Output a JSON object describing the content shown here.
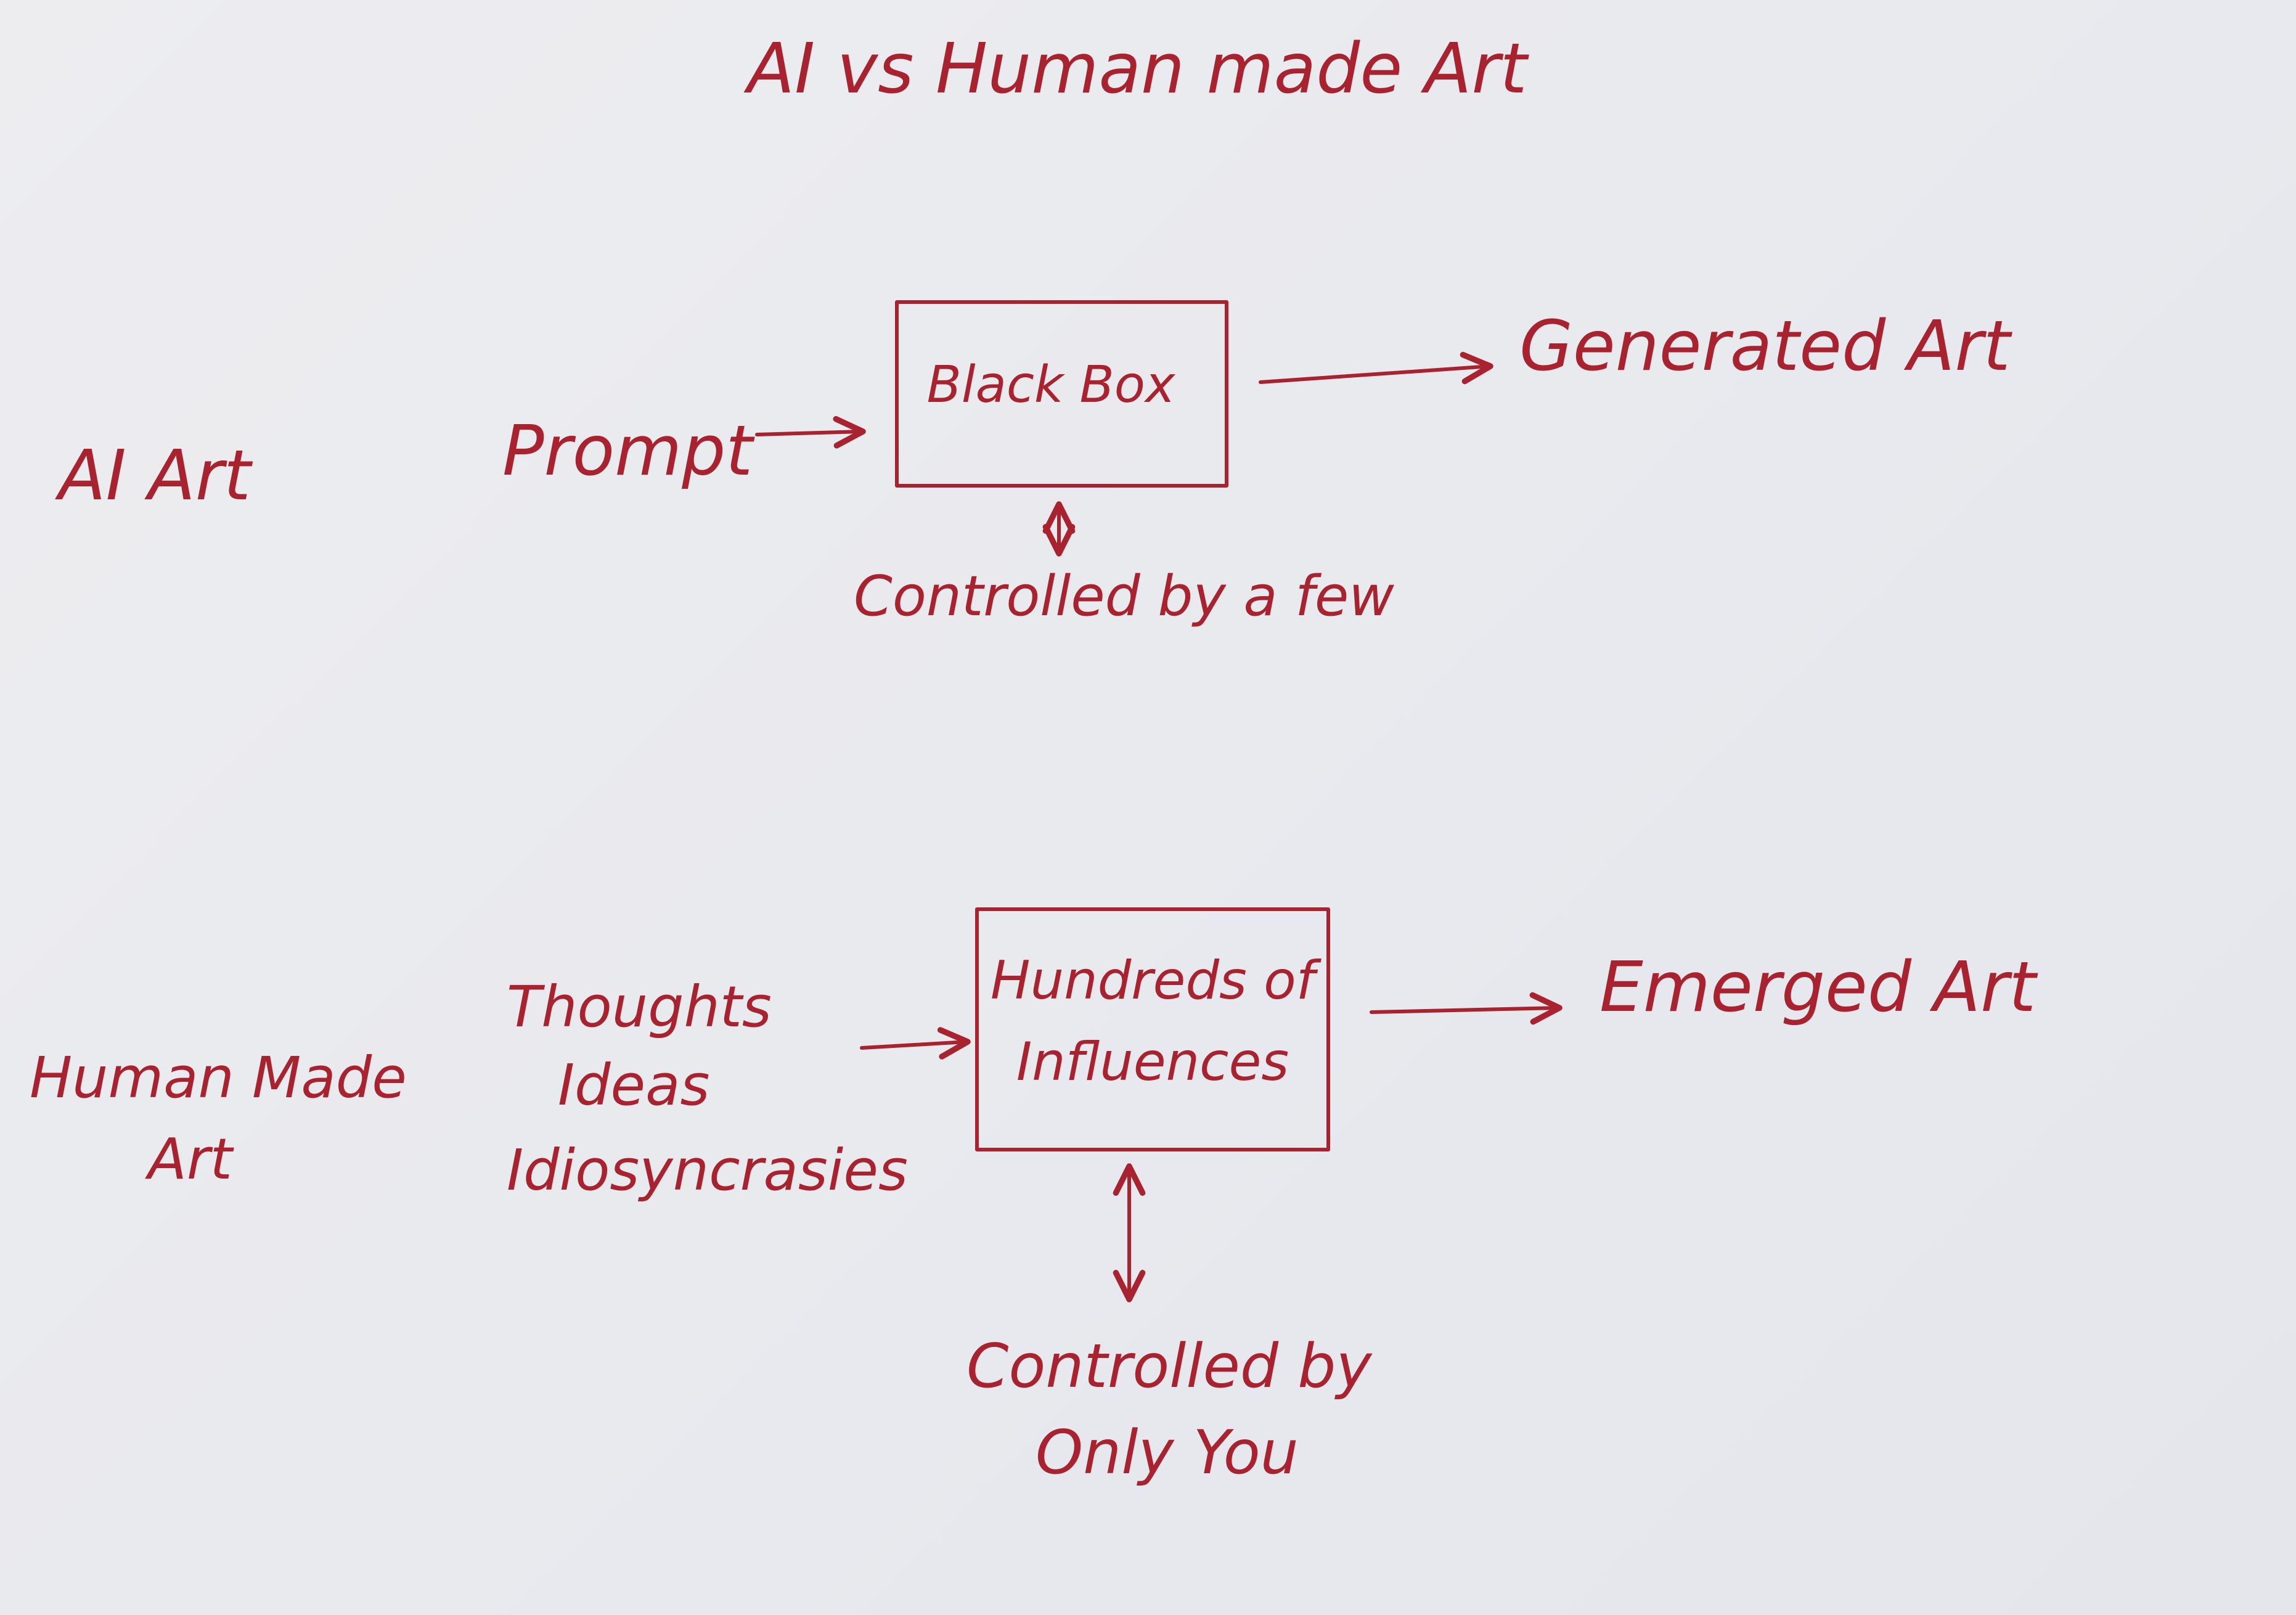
{
  "title": "AI vs Human made Art",
  "colors": {
    "ink": "#a8232f",
    "paper": "#e9eaee"
  },
  "ai_section": {
    "label": "AI Art",
    "input": "Prompt",
    "box": "Black Box",
    "output": "Generated Art",
    "control": "Controlled by a few"
  },
  "human_section": {
    "label_line1": "Human Made",
    "label_line2": "Art",
    "inputs": [
      "Thoughts",
      "Ideas",
      "Idiosyncrasies"
    ],
    "box_line1": "Hundreds of",
    "box_line2": "Influences",
    "output": "Emerged Art",
    "control_line1": "Controlled by",
    "control_line2": "Only You"
  }
}
